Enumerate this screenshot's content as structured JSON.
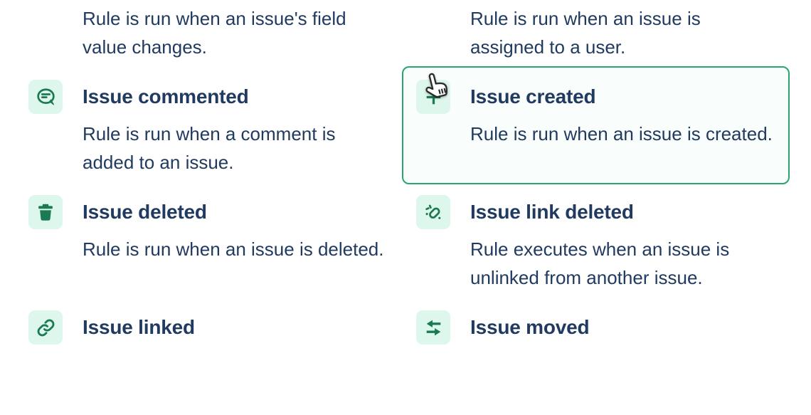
{
  "colors": {
    "text": "#203a60",
    "icon_green": "#1b7a52",
    "icon_tile_bg": "#def7ec",
    "selected_border": "#2aa56f",
    "selected_bg": "#f9fdfb",
    "page_bg": "#ffffff"
  },
  "trigger_list": {
    "items": [
      {
        "key": "field-value-changed",
        "description": "Rule is run when an issue's field value changes.",
        "selected": false
      },
      {
        "key": "issue-assigned",
        "description": "Rule is run when an issue is assigned to a user.",
        "selected": false
      },
      {
        "key": "issue-commented",
        "icon": "comment-icon",
        "title": "Issue commented",
        "description": "Rule is run when a comment is added to an issue.",
        "selected": false
      },
      {
        "key": "issue-created",
        "icon": "plus-icon",
        "title": "Issue created",
        "description": "Rule is run when an issue is created.",
        "selected": true
      },
      {
        "key": "issue-deleted",
        "icon": "trash-icon",
        "title": "Issue deleted",
        "description": "Rule is run when an issue is deleted.",
        "selected": false
      },
      {
        "key": "issue-link-deleted",
        "icon": "broken-link-icon",
        "title": "Issue link deleted",
        "description": "Rule executes when an issue is unlinked from another issue.",
        "selected": false
      },
      {
        "key": "issue-linked",
        "icon": "link-icon",
        "title": "Issue linked",
        "selected": false
      },
      {
        "key": "issue-moved",
        "icon": "move-arrows-icon",
        "title": "Issue moved",
        "selected": false
      }
    ]
  },
  "cursor": {
    "type": "hand-pointer"
  }
}
